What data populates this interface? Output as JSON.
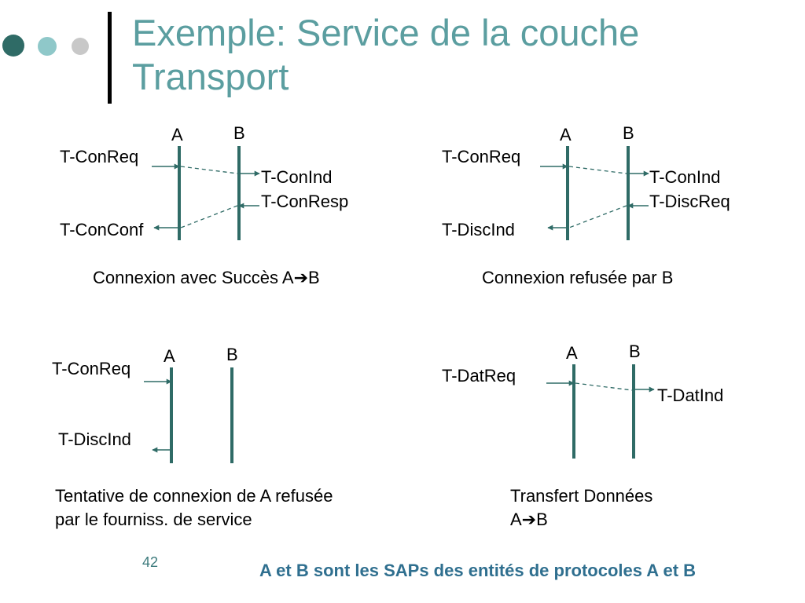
{
  "title": {
    "line1": "Exemple: Service de la couche",
    "line2": "Transport"
  },
  "colors": {
    "title": "#5b9ea0",
    "timeline": "#2f6b66",
    "footer": "#2f6f8f",
    "dot_dark": "#2f6b66",
    "dot_mid": "#8fc8c9",
    "dot_light": "#c8c8c8"
  },
  "diagrams": [
    {
      "label_a": "A",
      "label_b": "B",
      "left_labels": [
        "T-ConReq",
        "T-ConConf"
      ],
      "right_labels": [
        "T-ConInd",
        "T-ConResp"
      ],
      "caption": "Connexion avec Succès A➔B"
    },
    {
      "label_a": "A",
      "label_b": "B",
      "left_labels": [
        "T-ConReq",
        "T-DiscInd"
      ],
      "right_labels": [
        "T-ConInd",
        "T-DiscReq"
      ],
      "caption": "Connexion refusée par B"
    },
    {
      "label_a": "A",
      "label_b": "B",
      "left_labels": [
        "T-ConReq",
        "T-DiscInd"
      ],
      "caption_line1": "Tentative de connexion de A refusée",
      "caption_line2": "par le fourniss. de service"
    },
    {
      "label_a": "A",
      "label_b": "B",
      "left_labels": [
        "T-DatReq"
      ],
      "right_labels": [
        "T-DatInd"
      ],
      "caption_line1": "Transfert Données",
      "caption_line2": "A➔B"
    }
  ],
  "page_number": "42",
  "footer_note": "A et B sont les SAPs des entités de protocoles A et B"
}
